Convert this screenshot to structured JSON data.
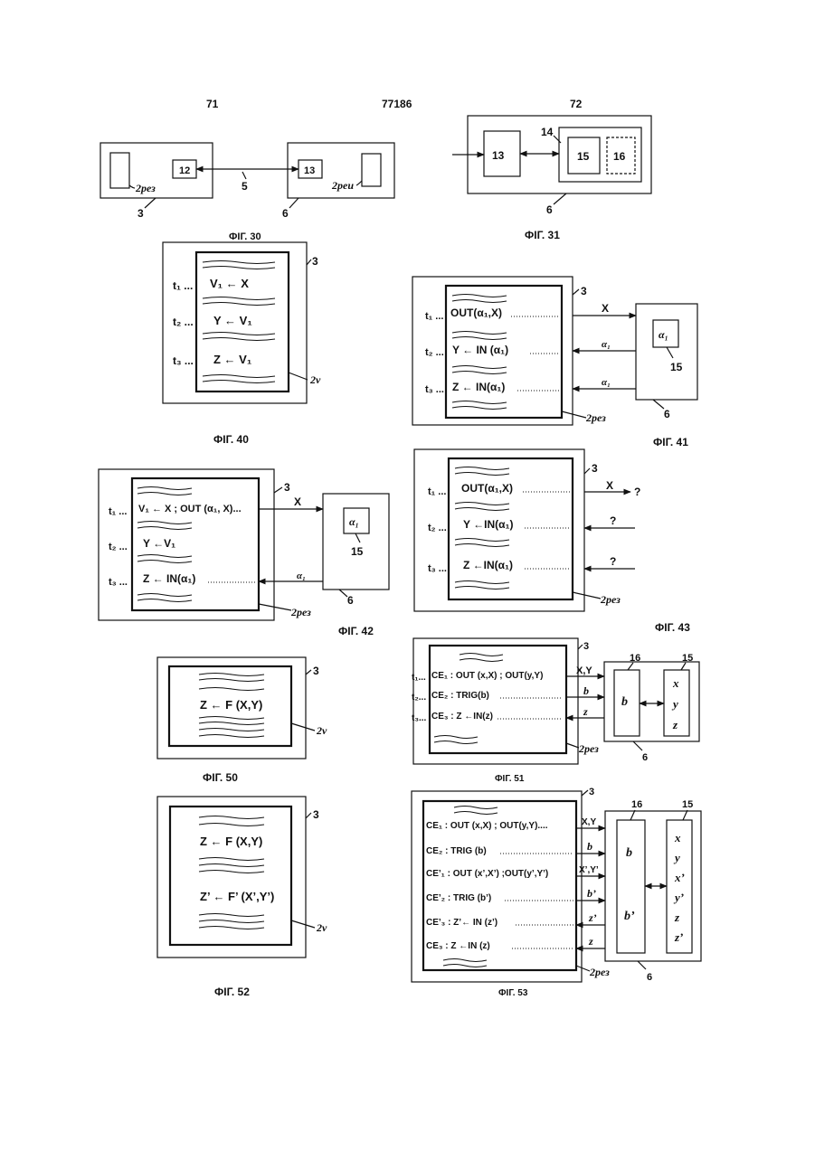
{
  "header": {
    "left_page": "71",
    "patent_no": "77186",
    "right_page": "72"
  },
  "fig30": {
    "caption": "ФІГ. 30",
    "label_3": "3",
    "label_6": "6",
    "label_5": "5",
    "box_12": "12",
    "box_13": "13",
    "hw_left": "2рез",
    "hw_right": "2реи"
  },
  "fig31": {
    "caption": "ФІГ. 31",
    "label_6": "6",
    "label_14": "14",
    "box_13": "13",
    "box_15": "15",
    "box_16": "16"
  },
  "fig40": {
    "caption": "ФІГ. 40",
    "label_3": "3",
    "label_2v": "2v",
    "t1": "t₁ ...",
    "t2": "t₂ ...",
    "t3": "t₃ ...",
    "line1": "V₁ ← X",
    "line2": "Y ← V₁",
    "line3": "Z ← V₁"
  },
  "fig41": {
    "caption": "ФІГ. 41",
    "label_3": "3",
    "label_6": "6",
    "label_15": "15",
    "label_2res": "2рез",
    "t1": "t₁ ...",
    "t2": "t₂ ...",
    "t3": "t₃ ...",
    "line1": "OUT(α₁,X)",
    "line2": "Y ← IN (α₁)",
    "line3": "Z ← IN(α₁)",
    "arrow1": "X",
    "arrow2": "α₁",
    "arrow3": "α₁",
    "box": "α₁"
  },
  "fig42": {
    "caption": "ФІГ. 42",
    "label_3": "3",
    "label_6": "6",
    "label_15": "15",
    "label_2res": "2рез",
    "t1": "t₁ ...",
    "t2": "t₂ ...",
    "t3": "t₃ ...",
    "line1": "V₁ ← X ; OUT (α₁, X)...",
    "line2": "Y ←V₁",
    "line3": "Z ← IN(α₁)",
    "arrow1": "X",
    "arrow3": "α₁",
    "box": "α₁"
  },
  "fig43": {
    "caption": "ФІГ. 43",
    "label_3": "3",
    "label_2res": "2рез",
    "t1": "t₁ ...",
    "t2": "t₂ ...",
    "t3": "t₃ ...",
    "line1": "OUT(α₁,X)",
    "line2": "Y ←IN(α₁)",
    "line3": "Z ←IN(α₁)",
    "arrow1": "X",
    "q1": "?",
    "q2": "?",
    "q3": "?"
  },
  "fig50": {
    "caption": "ФІГ. 50",
    "label_3": "3",
    "label_2v": "2v",
    "line1": "Z ← F (X,Y)"
  },
  "fig51": {
    "caption": "ФІГ. 51",
    "label_3": "3",
    "label_6": "6",
    "label_15": "15",
    "label_16": "16",
    "label_2res": "2рез",
    "t1": "t₁...",
    "t2": "t₂...",
    "t3": "t₃...",
    "line1": "CE₁ : OUT (x,X) ; OUT(y,Y)",
    "line2": "CE₂ : TRIG(b)",
    "line3": "CE₃ : Z ←IN(z)",
    "arrow1": "X,Y",
    "arrow2": "b",
    "arrow3": "z",
    "box16": "b",
    "col15": [
      "x",
      "y",
      "z"
    ]
  },
  "fig52": {
    "caption": "ФІГ. 52",
    "label_3": "3",
    "label_2v": "2v",
    "line1": "Z ← F (X,Y)",
    "line2": "Z’ ← F’ (X’,Y’)"
  },
  "fig53": {
    "caption": "ФІГ. 53",
    "label_3": "3",
    "label_6": "6",
    "label_15": "15",
    "label_16": "16",
    "label_2res": "2рез",
    "line1": "CE₁ : OUT (x,X) ; OUT(y,Y)....",
    "line2": "CE₂ : TRIG (b)",
    "line3": "CE’₁ : OUT (x’,X’) ;OUT(y’,Y’)",
    "line4": "CE’₂ : TRIG (b’)",
    "line5": "CE’₃ : Z’← IN (z’)",
    "line6": "CE₃ : Z ←IN (z)",
    "arrow1": "X,Y",
    "arrow2": "b",
    "arrow3": "X’,Y’",
    "arrow4": "b’",
    "arrow5": "z’",
    "arrow6": "z",
    "box16_top": "b",
    "box16_bottom": "b’",
    "col15": [
      "x",
      "y",
      "x’",
      "y’",
      "z",
      "z’"
    ]
  }
}
